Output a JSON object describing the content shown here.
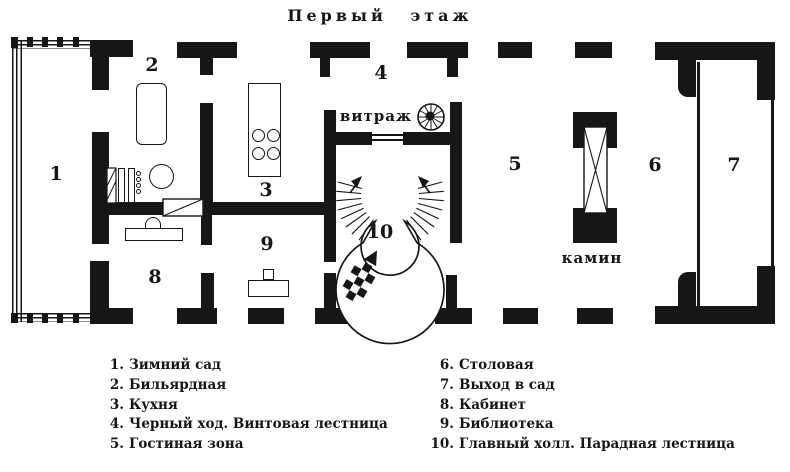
{
  "title": "Первый этаж",
  "plan": {
    "rooms": {
      "r1": "1",
      "r2": "2",
      "r3": "3",
      "r4": "4",
      "r5": "5",
      "r6": "6",
      "r7": "7",
      "r8": "8",
      "r9": "9",
      "r10": "10"
    },
    "labels": {
      "vitrazh": "витраж",
      "kamin": "камин"
    }
  },
  "legend": {
    "left": [
      {
        "num": "1.",
        "text": "Зимний сад"
      },
      {
        "num": "2.",
        "text": "Бильярдная"
      },
      {
        "num": "3.",
        "text": "Кухня"
      },
      {
        "num": "4.",
        "text": "Черный ход. Винтовая лестница"
      },
      {
        "num": "5.",
        "text": "Гостиная зона"
      }
    ],
    "right": [
      {
        "num": "6.",
        "text": "Столовая"
      },
      {
        "num": "7.",
        "text": "Выход в сад"
      },
      {
        "num": "8.",
        "text": "Кабинет"
      },
      {
        "num": "9.",
        "text": "Библиотека"
      },
      {
        "num": "10.",
        "text": "Главный холл. Парадная лестница"
      }
    ]
  },
  "colors": {
    "ink": "#161616",
    "paper": "#ffffff"
  }
}
